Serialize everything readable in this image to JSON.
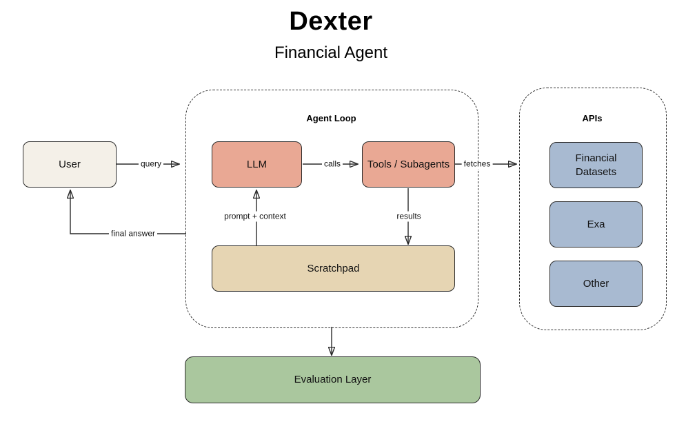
{
  "title": "Dexter",
  "subtitle": "Financial Agent",
  "containers": {
    "agent_loop": {
      "label": "Agent Loop"
    },
    "apis": {
      "label": "APIs"
    }
  },
  "nodes": {
    "user": {
      "label": "User"
    },
    "llm": {
      "label": "LLM"
    },
    "tools": {
      "label": "Tools / Subagents"
    },
    "scratchpad": {
      "label": "Scratchpad"
    },
    "financial_datasets": {
      "label": "Financial Datasets"
    },
    "exa": {
      "label": "Exa"
    },
    "other": {
      "label": "Other"
    },
    "evaluation_layer": {
      "label": "Evaluation Layer"
    }
  },
  "edges": {
    "query": {
      "label": "query"
    },
    "calls": {
      "label": "calls"
    },
    "fetches": {
      "label": "fetches"
    },
    "prompt_context": {
      "label": "prompt + context"
    },
    "results": {
      "label": "results"
    },
    "final_answer": {
      "label": "final answer"
    }
  },
  "colors": {
    "salmon": "#e9a894",
    "tan": "#e6d5b3",
    "blue": "#a8bad1",
    "green": "#aac79e",
    "cream": "#f4f0e8",
    "line": "#2a2a2a"
  }
}
